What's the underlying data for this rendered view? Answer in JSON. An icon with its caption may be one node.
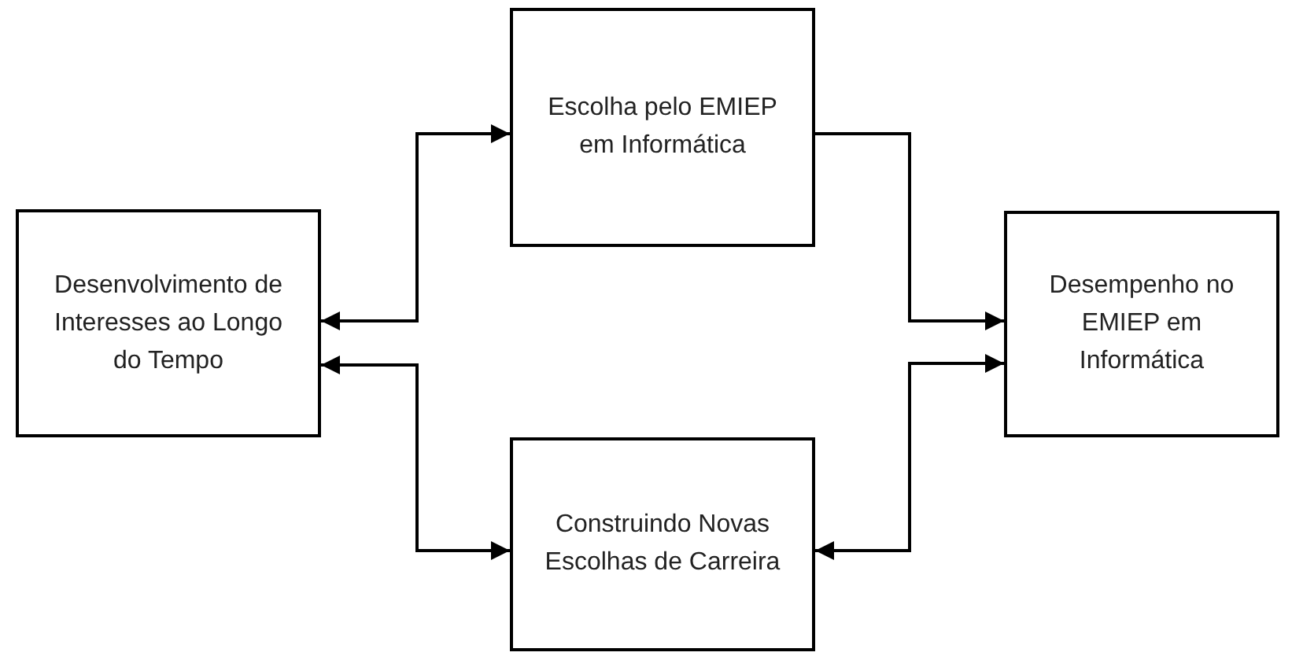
{
  "diagram": {
    "nodes": [
      {
        "text": [
          "Escolha pelo EMIEP em Informática"
        ]
      },
      {
        "text": [
          "Desenvolvimento de Interesses ao Longo do Tempo"
        ]
      },
      {
        "text": [
          "Desempenho no EMIEP em Informática"
        ]
      },
      {
        "text": [
          "Construindo Novas Escolhas de Carreira"
        ]
      }
    ],
    "edges": [
      {
        "from": 1,
        "to": 0,
        "arrow": "both"
      },
      {
        "from": 1,
        "to": 3,
        "arrow": "both"
      },
      {
        "from": 0,
        "to": 2,
        "arrow": "to"
      },
      {
        "from": 2,
        "to": 3,
        "arrow": "both"
      }
    ]
  }
}
